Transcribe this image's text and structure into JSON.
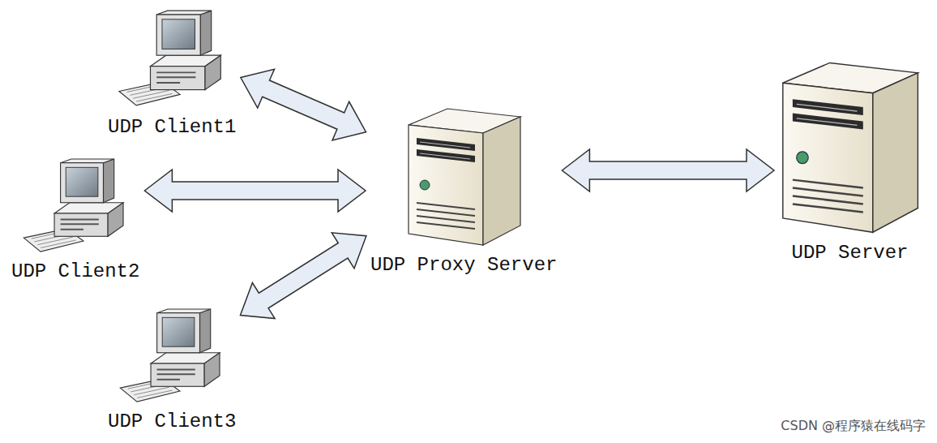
{
  "diagram": {
    "nodes": [
      {
        "text": [
          "UDP Client1"
        ]
      },
      {
        "text": [
          "UDP Client2"
        ]
      },
      {
        "text": [
          "UDP Client3"
        ]
      },
      {
        "text": [
          "UDP Proxy Server"
        ]
      },
      {
        "text": [
          "UDP Server"
        ]
      }
    ],
    "edges": [
      {
        "from": 0,
        "to": 3,
        "arrow": "both"
      },
      {
        "from": 1,
        "to": 3,
        "arrow": "both"
      },
      {
        "from": 2,
        "to": 3,
        "arrow": "both"
      },
      {
        "from": 3,
        "to": 4,
        "arrow": "both"
      }
    ],
    "labels": [
      "CSDN @程序猿在线码字"
    ]
  }
}
